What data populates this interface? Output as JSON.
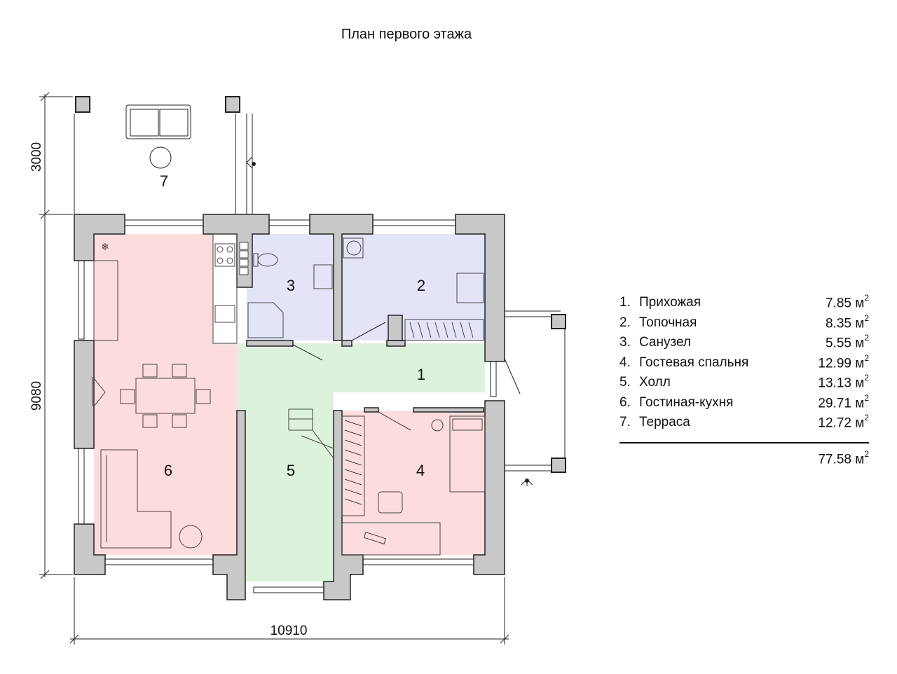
{
  "title": "План первого этажа",
  "dimensions": {
    "terrace_depth": "3000",
    "house_depth": "9080",
    "house_width": "10910"
  },
  "rooms": [
    {
      "number": "1",
      "name": "Прихожая",
      "area": "7.85",
      "unit": "м",
      "exp": "2"
    },
    {
      "number": "2",
      "name": "Топочная",
      "area": "8.35",
      "unit": "м",
      "exp": "2"
    },
    {
      "number": "3",
      "name": "Санузел",
      "area": "5.55",
      "unit": "м",
      "exp": "2"
    },
    {
      "number": "4",
      "name": "Гостевая спальня",
      "area": "12.99",
      "unit": "м",
      "exp": "2"
    },
    {
      "number": "5",
      "name": "Холл",
      "area": "13.13",
      "unit": "м",
      "exp": "2"
    },
    {
      "number": "6",
      "name": "Гостиная-кухня",
      "area": "29.71",
      "unit": "м",
      "exp": "2"
    },
    {
      "number": "7",
      "name": "Терраса",
      "area": "12.72",
      "unit": "м",
      "exp": "2"
    }
  ],
  "total": {
    "area": "77.58",
    "unit": "м",
    "exp": "2"
  },
  "colors": {
    "wall": "#c8c8c8",
    "wall_stroke": "#222222",
    "living_zone": "#fcdcdc",
    "wet_zone": "#e4e4f8",
    "hall_zone": "#dcf2dc",
    "furniture_stroke": "#444444"
  }
}
